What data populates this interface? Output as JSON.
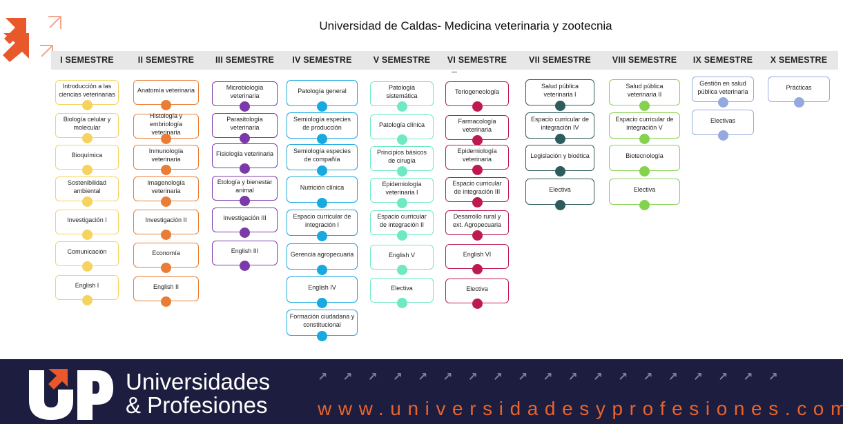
{
  "title": "Universidad de Caldas- Medicina veterinaria y zootecnia",
  "colors": {
    "I": "#f5d35f",
    "II": "#ea7d35",
    "III": "#7b3aa8",
    "IV": "#17a9e0",
    "V": "#6fe8c4",
    "VI": "#bf1a4e",
    "VII": "#2c5c5c",
    "VIII": "#84d24f",
    "IX": "#94aade",
    "X": "#94aade"
  },
  "semesters": [
    {
      "key": "I",
      "title": "I SEMESTRE",
      "courses": [
        "Introducción a las ciencias veterinarias",
        "Biología celular y molecular",
        "Bioquímica",
        "Sostenibilidad ambiental",
        "Investigación I",
        "Comunicación",
        "English I"
      ]
    },
    {
      "key": "II",
      "title": "II SEMESTRE",
      "courses": [
        "Anatomía veterinaria",
        "Histología y embriología veterinaria",
        "Inmunología veterinaria",
        "Imagenología veterinaria",
        "Investigación II",
        "Economía",
        "English II"
      ]
    },
    {
      "key": "III",
      "title": "III SEMESTRE",
      "courses": [
        "Microbiología veterinaria",
        "Parasitología veterinaria",
        "Fisiología veterinaria",
        "Etología y bienestar animal",
        "Investigación III",
        "English III"
      ]
    },
    {
      "key": "IV",
      "title": "IV SEMESTRE",
      "courses": [
        "Patología general",
        "Semiología especies de producción",
        "Semiología especies de compañía",
        "Nutrición clínica",
        "Espacio curricular de integración I",
        "Gerencia agropecuaria",
        "English IV",
        "Formación ciudadana y constitucional"
      ]
    },
    {
      "key": "V",
      "title": "V SEMESTRE",
      "courses": [
        "Patología sistemática",
        "Patología clínica",
        "Principios básicos de cirugía",
        "Epidemiología veterinaria I",
        "Espacio curricular de integración II",
        "English V",
        "Electiva"
      ]
    },
    {
      "key": "VI",
      "title": "VI SEMESTRE",
      "courses": [
        "Teriogeneología",
        "Farmacología veterinaria",
        "Epidemiología veterinaria",
        "Espacio curricular de integración III",
        "Desarrollo rural y ext. Agropecuaria",
        "English VI",
        "Electiva"
      ]
    },
    {
      "key": "VII",
      "title": "VII SEMESTRE",
      "courses": [
        "Salud pública veterinaria I",
        "Espacio curricular de integración IV",
        "Legislación y bioética",
        "Electiva"
      ]
    },
    {
      "key": "VIII",
      "title": "VIII SEMESTRE",
      "courses": [
        "Salud pública veterinaria II",
        "Espacio curricular de integración V",
        "Biotecnología",
        "Electiva"
      ]
    },
    {
      "key": "IX",
      "title": "IX SEMESTRE",
      "courses": [
        "Gestión en salud pública veterinaria",
        "Electivas"
      ]
    },
    {
      "key": "X",
      "title": "X SEMESTRE",
      "courses": [
        "Prácticas"
      ]
    }
  ],
  "footer": {
    "brand_line1": "Universidades",
    "brand_line2": "& Profesiones",
    "url": "www.universidadesyprofesiones.com",
    "arrow_glyph": "↗"
  }
}
